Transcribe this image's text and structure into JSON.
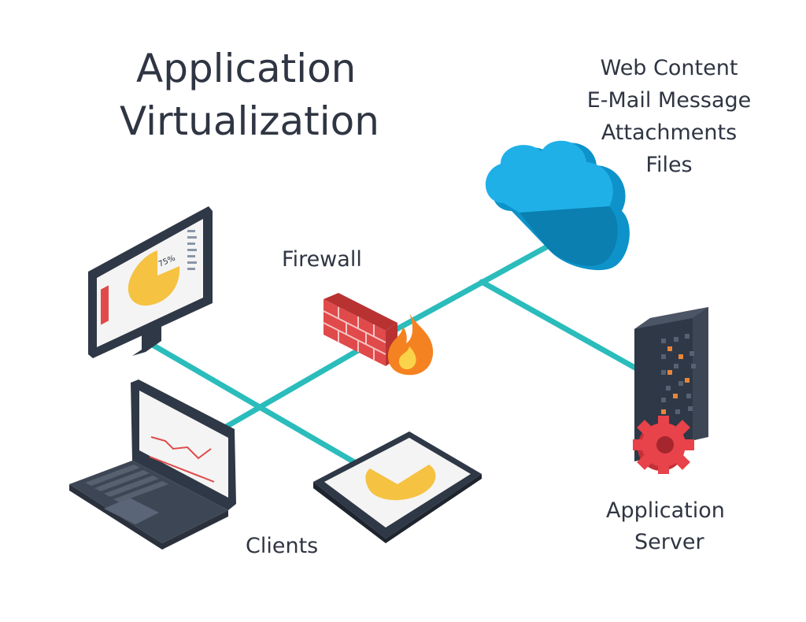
{
  "title": {
    "line1": "Application",
    "line2": "Virtualization"
  },
  "cloud_contents": [
    "Web Content",
    "E-Mail Message",
    "Attachments",
    "Files"
  ],
  "labels": {
    "firewall": "Firewall",
    "clients": "Clients",
    "server_line1": "Application",
    "server_line2": "Server"
  },
  "monitor_chart_label": "75%",
  "colors": {
    "network_line": "#2bbcbc",
    "cloud": "#1fb0e8",
    "firewall_brick": "#e04a4a",
    "flame": "#f58220",
    "server": "#3d4654",
    "gear": "#e8424a",
    "pie": "#f5c242",
    "text": "#2f3542"
  }
}
